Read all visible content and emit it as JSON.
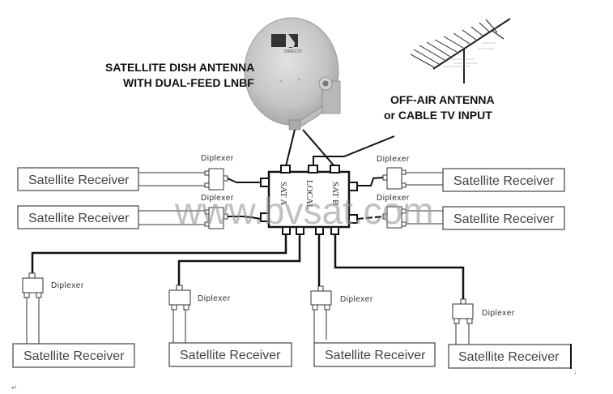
{
  "labels": {
    "dish_title_line1": "SATELLITE DISH ANTENNA",
    "dish_title_line2": "WITH DUAL-FEED LNBF",
    "dish_brand": "DIRECTV",
    "offair_title_line1": "OFF-AIR ANTENNA",
    "offair_title_line2": "or CABLE TV INPUT",
    "multiswitch_ports": [
      "SAT A",
      "LOCAL",
      "SAT B"
    ],
    "watermark": "www.bvsat.com",
    "paragraph_mark": "↵",
    "end_mark": "↓"
  },
  "diplexers": [
    {
      "id": "left-top",
      "label": "Diplexer"
    },
    {
      "id": "left-bottom",
      "label": "Diplexer"
    },
    {
      "id": "right-top",
      "label": "Diplexer"
    },
    {
      "id": "right-bottom",
      "label": "Diplexer"
    },
    {
      "id": "bottom-1",
      "label": "Diplexer"
    },
    {
      "id": "bottom-2",
      "label": "Diplexer"
    },
    {
      "id": "bottom-3",
      "label": "Diplexer"
    },
    {
      "id": "bottom-4",
      "label": "Diplexer"
    }
  ],
  "receivers": [
    {
      "id": "left-top",
      "label": "Satellite Receiver"
    },
    {
      "id": "left-bottom",
      "label": "Satellite Receiver"
    },
    {
      "id": "right-top",
      "label": "Satellite Receiver"
    },
    {
      "id": "right-bottom",
      "label": "Satellite Receiver"
    },
    {
      "id": "bottom-1",
      "label": "Satellite Receiver"
    },
    {
      "id": "bottom-2",
      "label": "Satellite Receiver"
    },
    {
      "id": "bottom-3",
      "label": "Satellite Receiver"
    },
    {
      "id": "bottom-4",
      "label": "Satellite Receiver"
    }
  ],
  "colors": {
    "line": "#111111",
    "box_border": "#444444",
    "dish": "#c9c9c9",
    "watermark": "#9a9a9a"
  }
}
